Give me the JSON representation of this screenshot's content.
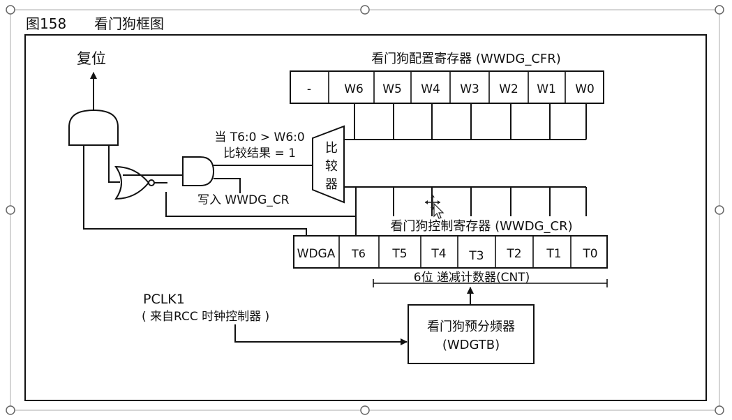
{
  "caption": {
    "figure": "图158",
    "title": "看门狗框图"
  },
  "diagram": {
    "reset_label": "复位",
    "cfr_title": "看门狗配置寄存器 (WWDG_CFR)",
    "cfr_cells": [
      "-",
      "W6",
      "W5",
      "W4",
      "W3",
      "W2",
      "W1",
      "W0"
    ],
    "compare_condition_line1": "当 T6:0 > W6:0",
    "compare_condition_line2": "比较结果 = 1",
    "comparator_chars": [
      "比",
      "较",
      "器"
    ],
    "write_label": "写入 WWDG_CR",
    "cr_title": "看门狗控制寄存器 (WWDG_CR)",
    "cr_cells": [
      "WDGA",
      "T6",
      "T5",
      "T4",
      "T3",
      "T2",
      "T1",
      "T0"
    ],
    "counter_label": "6位 递减计数器(CNT)",
    "pclk_label": "PCLK1",
    "pclk_source": "( 来自RCC 时钟控制器 )",
    "prescaler_line1": "看门狗预分频器",
    "prescaler_line2": "(WDGTB)"
  }
}
